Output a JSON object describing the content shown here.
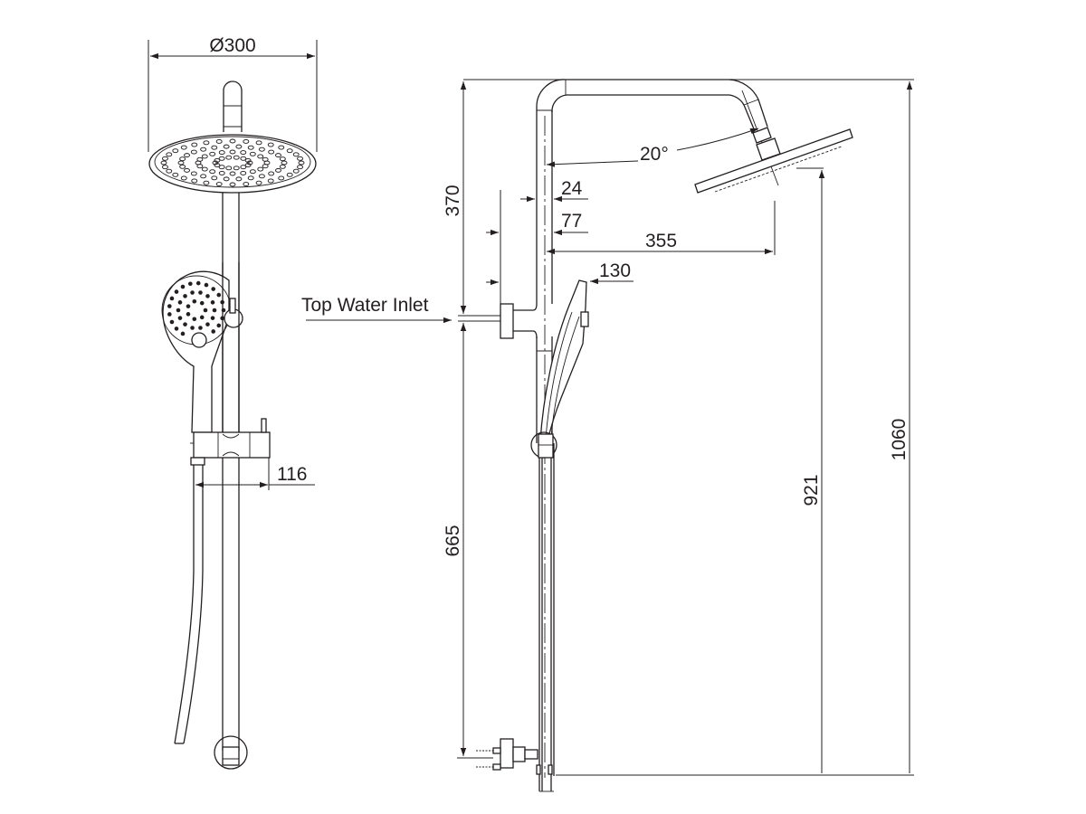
{
  "drawing": {
    "title": "Shower rail set technical drawing",
    "line_color": "#231f20",
    "background": "#ffffff"
  },
  "front_view": {
    "head_diameter_label": "Ø300",
    "rail_bracket_projection_label": "116"
  },
  "side_view": {
    "head_angle_label": "20°",
    "rail_diameter_label": "24",
    "top_inlet_offset_label": "77",
    "head_reach_label": "355",
    "hand_shower_depth_label": "130",
    "upper_height_label": "370",
    "lower_height_label": "665",
    "head_height_label": "921",
    "overall_height_label": "1060",
    "inlet_label": "Top Water Inlet"
  }
}
